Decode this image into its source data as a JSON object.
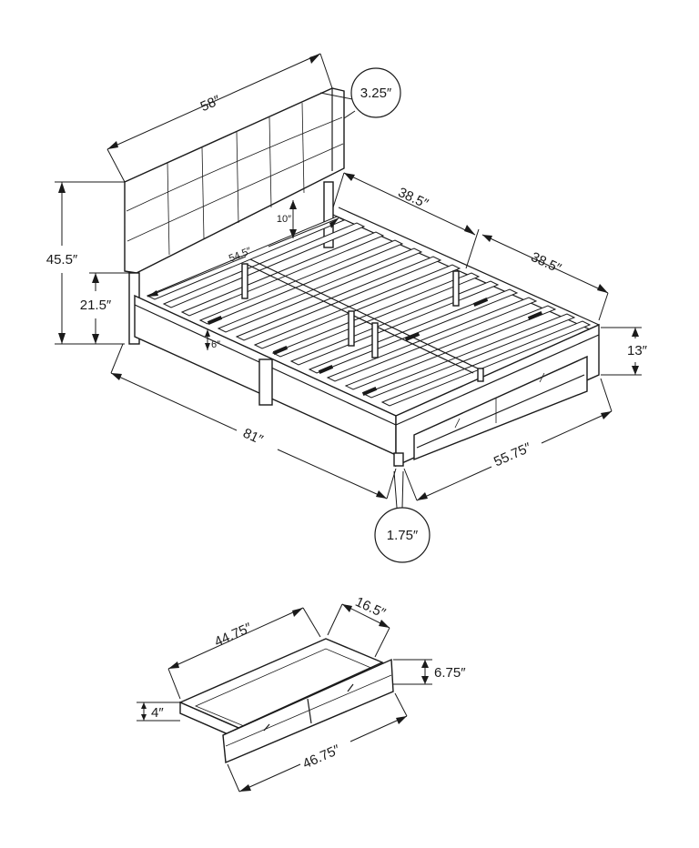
{
  "bed": {
    "headboard_width": "58″",
    "headboard_thickness": "3.25″",
    "total_height": "45.5″",
    "frame_height": "21.5″",
    "headboard_gap": "10″",
    "inner_width": "54.5″",
    "clearance": "6″",
    "length": "81″",
    "width": "55.75″",
    "half_length_a": "38.5″",
    "half_length_b": "38.5″",
    "side_height": "13″",
    "leg_size": "1.75″"
  },
  "drawer": {
    "length_inner": "44.75″",
    "depth": "16.5″",
    "front_height": "6.75″",
    "side_height": "4″",
    "length_outer": "46.75″"
  }
}
